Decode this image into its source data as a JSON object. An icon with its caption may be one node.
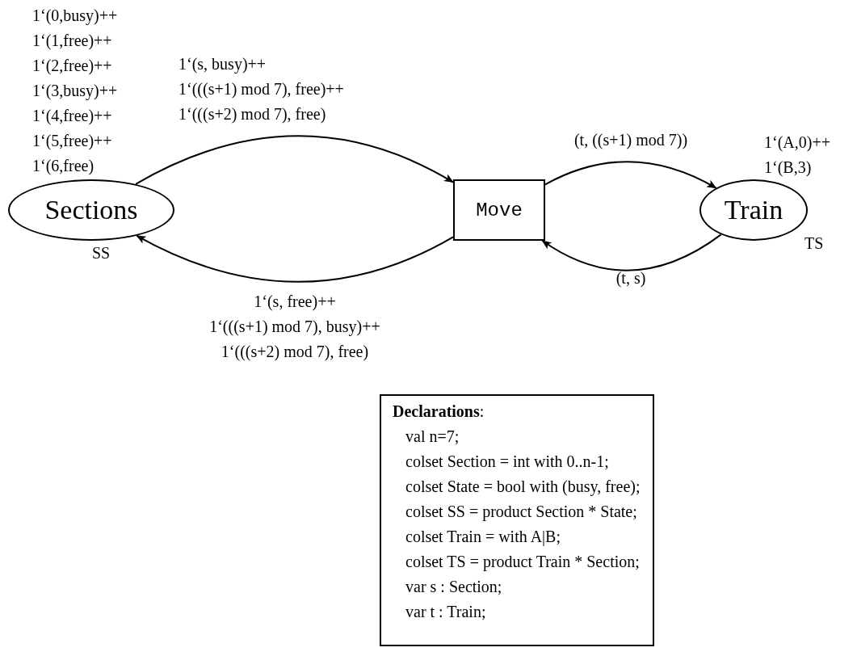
{
  "diagram": {
    "nodes": [
      {
        "text": [
          "Sections"
        ],
        "beside": [
          "1‘(0,busy)++ 1‘(1,free)++ 1‘(2,free)++ 1‘(3,busy)++ 1‘(4,free)++ 1‘(5,free)++ 1‘(6,free)",
          "SS"
        ]
      },
      {
        "text": [
          "Move"
        ]
      },
      {
        "text": [
          "Train"
        ],
        "beside": [
          "1‘(A,0)++ 1‘(B,3)",
          "TS"
        ]
      },
      {
        "text": [
          "**Declarations**:",
          "val n=7;",
          "colset Section = int with 0..n-1;",
          "colset State = bool with (busy, free);",
          "colset SS = product Section * State;",
          "colset Train = with A|B;",
          "colset TS = product Train * Section;",
          "var s : Section;",
          "var t : Train;"
        ]
      }
    ],
    "edges": [
      {
        "from": 0,
        "to": 1,
        "arrow": "to",
        "label": "1‘(s, busy)++ 1‘(((s+1) mod 7), free)++ 1‘(((s+2) mod 7), free)"
      },
      {
        "from": 1,
        "to": 0,
        "arrow": "to",
        "label": "1‘(s, free)++ 1‘(((s+1) mod 7), busy)++ 1‘(((s+2) mod 7), free)"
      },
      {
        "from": 1,
        "to": 2,
        "arrow": "to",
        "label": "(t, ((s+1) mod 7))"
      },
      {
        "from": 2,
        "to": 1,
        "arrow": "to",
        "label": "(t, s)"
      }
    ]
  }
}
